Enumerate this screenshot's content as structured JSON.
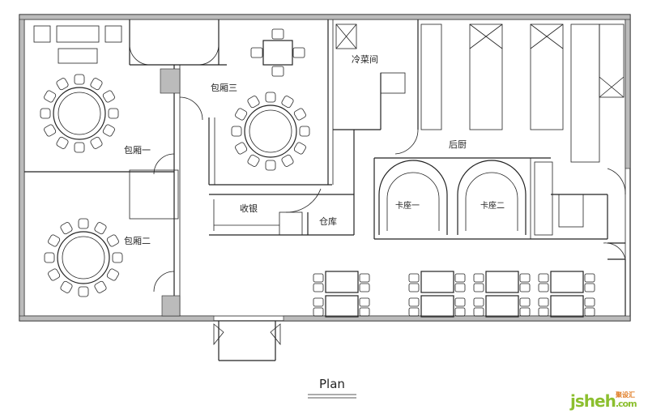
{
  "rooms": {
    "private_room_1": "包厢一",
    "private_room_2": "包厢二",
    "private_room_3": "包厢三",
    "cold_dish_room": "冷菜间",
    "back_kitchen": "后厨",
    "cashier": "收银",
    "storage": "仓库",
    "booth_1": "卡座一",
    "booth_2": "卡座二"
  },
  "title": "Plan",
  "watermark": {
    "brand": "jsheh",
    "suffix": ".com",
    "cn": "聚设汇"
  },
  "colors": {
    "line": "#222222",
    "watermark_green": "#8cbf2f",
    "watermark_orange": "#e07a20"
  }
}
